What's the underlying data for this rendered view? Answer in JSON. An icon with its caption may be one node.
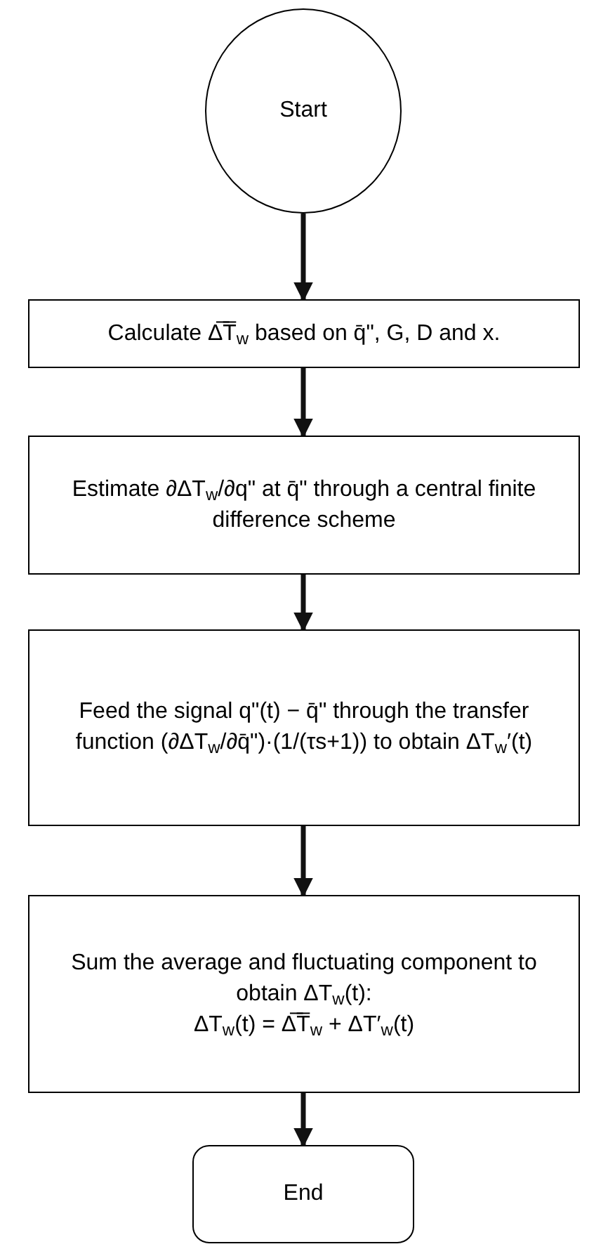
{
  "diagram": {
    "nodes": [
      {
        "text": [
          "Start"
        ]
      },
      {
        "text": [
          "Calculate Δ̅T̅$_{w}$ based on q̄\", G, D and x."
        ]
      },
      {
        "text": [
          "Estimate ∂ΔT$_{w}$/∂q\" at q̄\" through a central finite difference scheme"
        ]
      },
      {
        "text": [
          "Feed the signal q\"(t) − q̄\" through the transfer function (∂ΔT$_{w}$/∂q̄\")·(1/(τs+1)) to obtain ΔT$_{w}$′(t)"
        ]
      },
      {
        "text": [
          "Sum the average and fluctuating component to obtain ΔT$_{w}$(t):",
          "ΔT$_{w}$(t) = Δ̅T̅$_{w}$ + ΔT′$_{w}$(t)"
        ]
      },
      {
        "text": [
          "End"
        ]
      }
    ],
    "edges": [
      {
        "from": 0,
        "to": 1,
        "arrow": "to"
      },
      {
        "from": 1,
        "to": 2,
        "arrow": "to"
      },
      {
        "from": 2,
        "to": 3,
        "arrow": "to"
      },
      {
        "from": 3,
        "to": 4,
        "arrow": "to"
      },
      {
        "from": 4,
        "to": 5,
        "arrow": "to"
      }
    ]
  }
}
